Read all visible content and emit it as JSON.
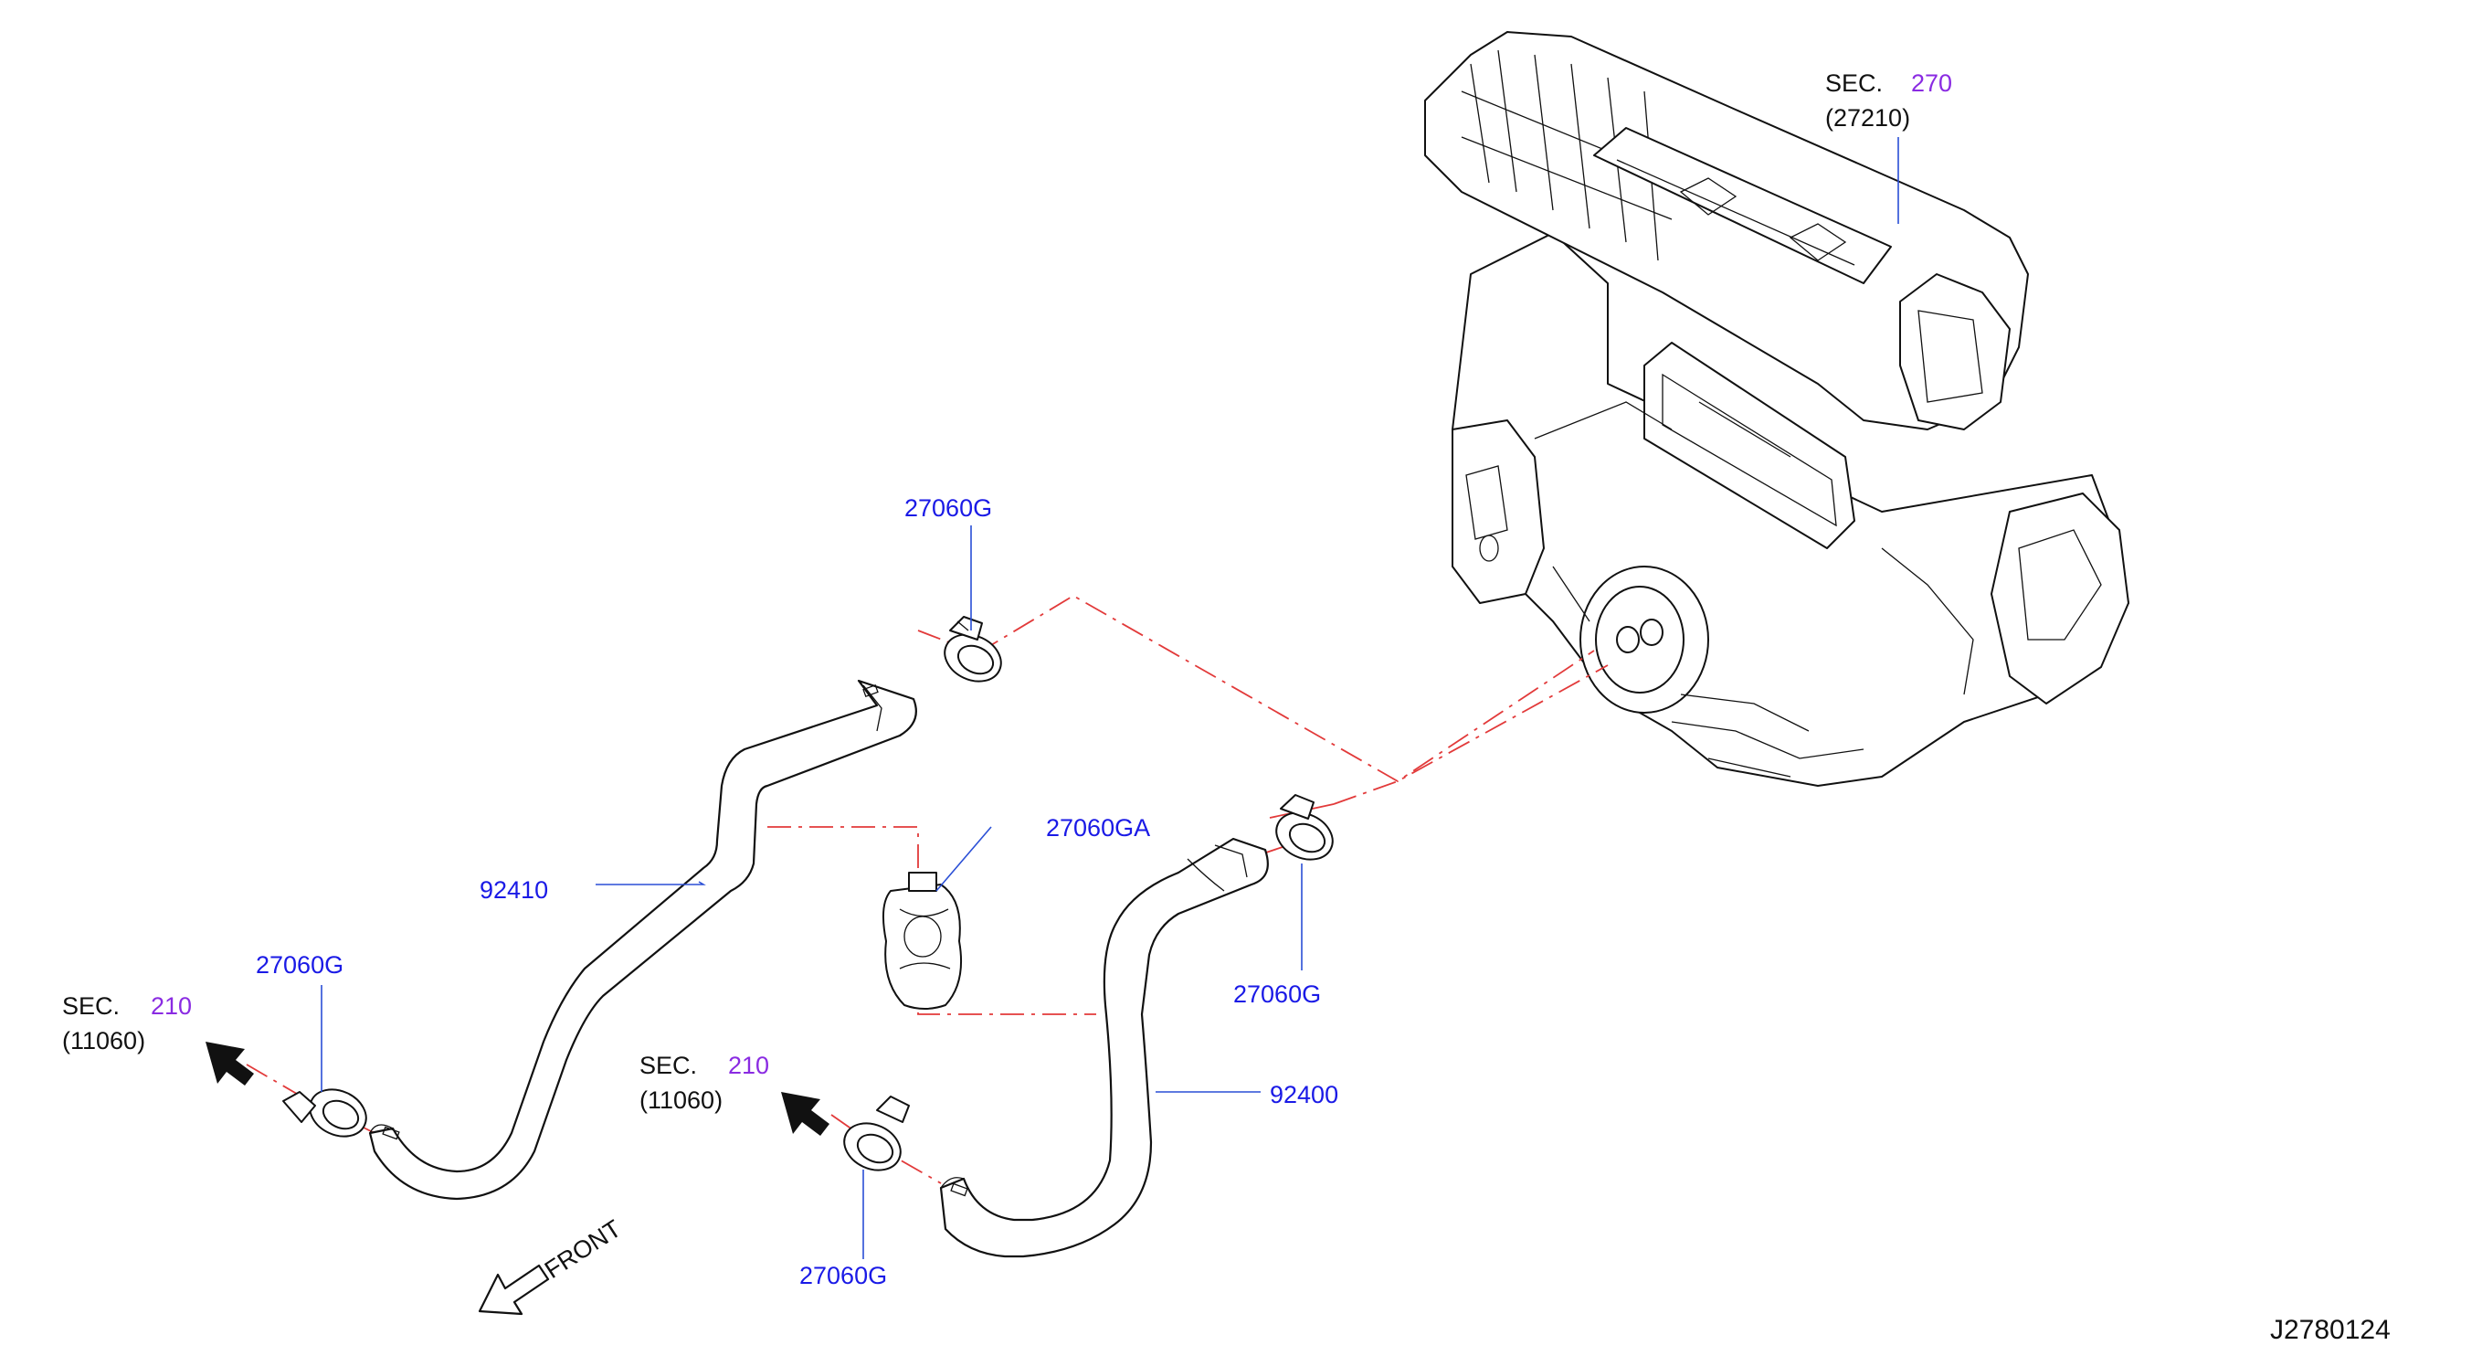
{
  "callouts": {
    "clamp_top": "27060G",
    "clamp_left": "27060G",
    "clamp_right": "27060G",
    "clamp_bottom": "27060G",
    "bracket": "27060GA",
    "hose_upper": "92410",
    "hose_lower": "92400"
  },
  "section_refs": {
    "heater_unit": {
      "prefix": "SEC.",
      "number": "270",
      "part": "(27210)"
    },
    "engine_left": {
      "prefix": "SEC.",
      "number": "210",
      "part": "(11060)"
    },
    "engine_right": {
      "prefix": "SEC.",
      "number": "210",
      "part": "(11060)"
    }
  },
  "front_label": "FRONT",
  "diagram_code": "J2780124",
  "colors": {
    "callout_text": "#1a1ae6",
    "section_number": "#8a2be2",
    "dashed_lines": "#e23a3a",
    "leader_lines": "#2a4fd6"
  }
}
